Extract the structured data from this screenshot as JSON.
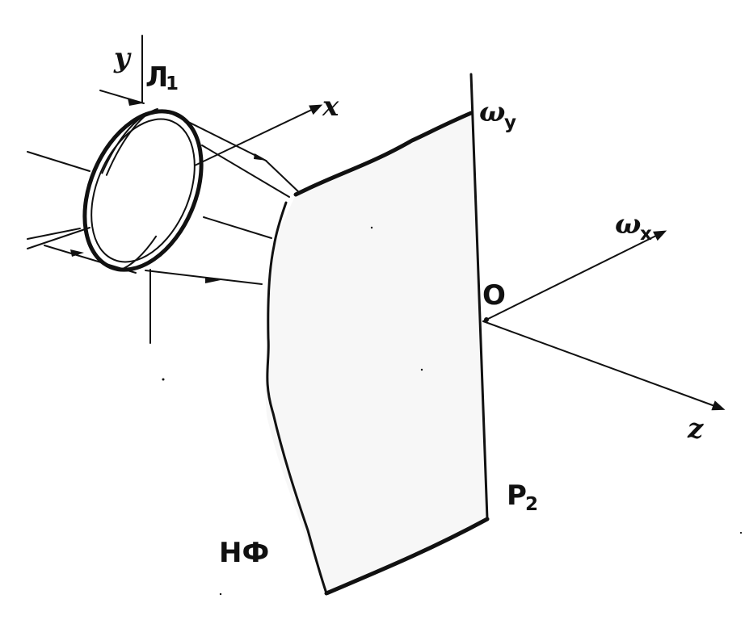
{
  "labels": {
    "y": "y",
    "lens_main": "Л",
    "lens_sub": "1",
    "x": "x",
    "omega_y_main": "ω",
    "omega_y_sub": "y",
    "omega_x_main": "ω",
    "omega_x_sub": "x",
    "origin": "O",
    "z": "z",
    "plane_main": "P",
    "plane_sub": "2",
    "filter": "НФ"
  },
  "colors": {
    "ink": "#111111",
    "background": "#ffffff"
  }
}
